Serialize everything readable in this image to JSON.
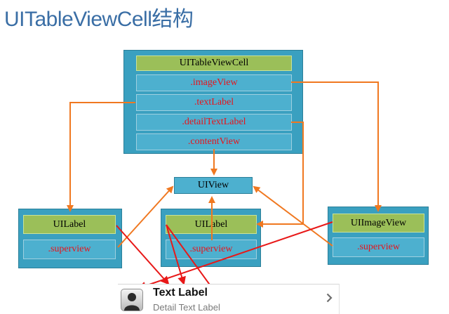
{
  "title": "UITableViewCell结构",
  "diagram": {
    "cell": {
      "name": "UITableViewCell",
      "properties": [
        ".imageView",
        ".textLabel",
        ".detailTextLabel",
        ".contentView"
      ]
    },
    "uiview": "UIView",
    "left_label": {
      "name": "UILabel",
      "property": ".superview"
    },
    "center_label": {
      "name": "UILabel",
      "property": ".superview"
    },
    "image_view": {
      "name": "UIImageView",
      "property": ".superview"
    }
  },
  "preview": {
    "text_label": "Text Label",
    "detail_label": "Detail Text Label",
    "accessory": "chevron-right-icon",
    "icon": "person-icon"
  },
  "colors": {
    "box": "#3aa0c0",
    "name_cell": "#9bbf59",
    "property_text": "#e8131b",
    "orange_arrow": "#f07820",
    "red_arrow": "#e81818"
  }
}
